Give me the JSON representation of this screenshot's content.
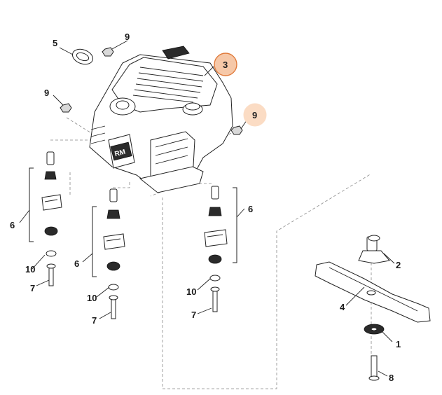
{
  "callouts": {
    "c1": "1",
    "c2": "2",
    "c3": "3",
    "c4": "4",
    "c5": "5",
    "c6a": "6",
    "c6b": "6",
    "c6c": "6",
    "c7a": "7",
    "c7b": "7",
    "c7c": "7",
    "c8": "8",
    "c9a": "9",
    "c9b": "9",
    "c9c": "9",
    "c10a": "10",
    "c10b": "10",
    "c10c": "10"
  },
  "highlight": {
    "fill": "#f6c8a8",
    "stroke": "#e07a3a",
    "soft_fill": "#fbdcc4"
  },
  "engine_badge": "RM"
}
